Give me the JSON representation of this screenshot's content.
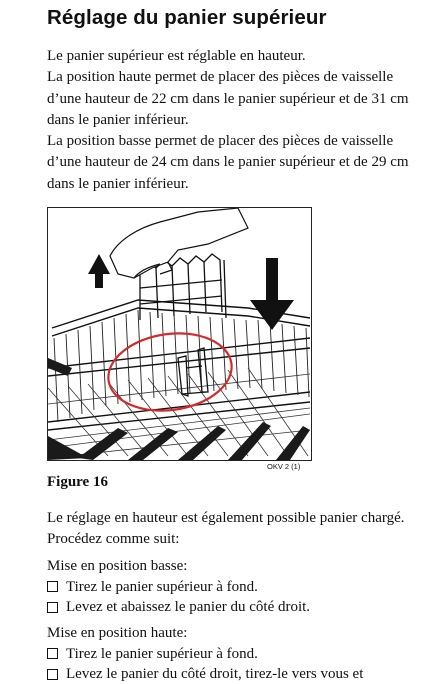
{
  "title": "Réglage du panier supérieur",
  "intro_lines": [
    "Le panier supérieur est réglable en hauteur.",
    "La position haute permet de placer des pièces de vaisselle",
    "d’une hauteur de 22 cm dans le panier supérieur et de 31 cm",
    "dans le panier inférieur.",
    "La position basse permet de placer des pièces de vaisselle",
    "d’une hauteur de 24 cm dans le panier supérieur et de 29 cm",
    "dans le panier inférieur."
  ],
  "figure": {
    "code": "OKV 2 (1)",
    "caption": "Figure 16",
    "arrow_up": "up-arrow-icon",
    "arrow_down": "down-arrow-icon",
    "highlight_color": "#d42a2a"
  },
  "instructions": {
    "line1": "Le réglage en hauteur est également possible panier chargé.",
    "line2": "Procédez comme suit:"
  },
  "lower_position": {
    "heading": "Mise en position basse:",
    "steps": [
      "Tirez le panier supérieur à fond.",
      "Levez et abaissez le panier du côté droit."
    ]
  },
  "upper_position": {
    "heading": "Mise en position haute:",
    "steps": [
      "Tirez le panier supérieur à fond.",
      "Levez le panier du côté droit, tirez-le vers vous et"
    ]
  }
}
